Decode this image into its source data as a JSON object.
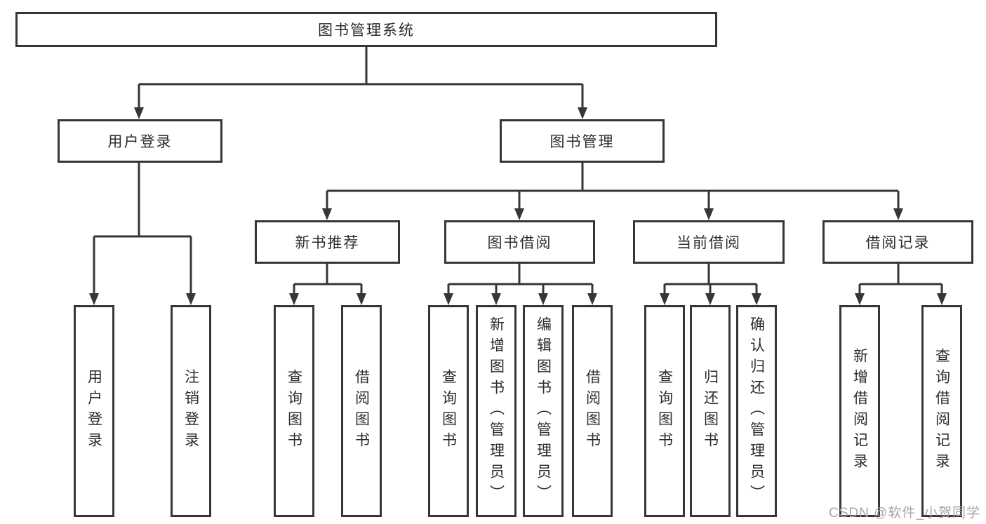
{
  "watermark": "CSDN @软件_小贺同学",
  "colors": {
    "line": "#363636",
    "box_border": "#363636",
    "text": "#2b2b2b",
    "watermark": "#a6a6a6",
    "background": "#ffffff"
  },
  "diagram": {
    "root": {
      "label": "图书管理系统"
    },
    "branches": [
      {
        "label": "用户登录",
        "children": [
          {
            "label": "用户登录"
          },
          {
            "label": "注销登录"
          }
        ]
      },
      {
        "label": "图书管理",
        "children": [
          {
            "label": "新书推荐",
            "children": [
              {
                "label": "查询图书"
              },
              {
                "label": "借阅图书"
              }
            ]
          },
          {
            "label": "图书借阅",
            "children": [
              {
                "label": "查询图书"
              },
              {
                "label": "新增图书（管理员）"
              },
              {
                "label": "编辑图书（管理员）"
              },
              {
                "label": "借阅图书"
              }
            ]
          },
          {
            "label": "当前借阅",
            "children": [
              {
                "label": "查询图书"
              },
              {
                "label": "归还图书"
              },
              {
                "label": "确认归还（管理员）"
              }
            ]
          },
          {
            "label": "借阅记录",
            "children": [
              {
                "label": "新增借阅记录"
              },
              {
                "label": "查询借阅记录"
              }
            ]
          }
        ]
      }
    ]
  }
}
